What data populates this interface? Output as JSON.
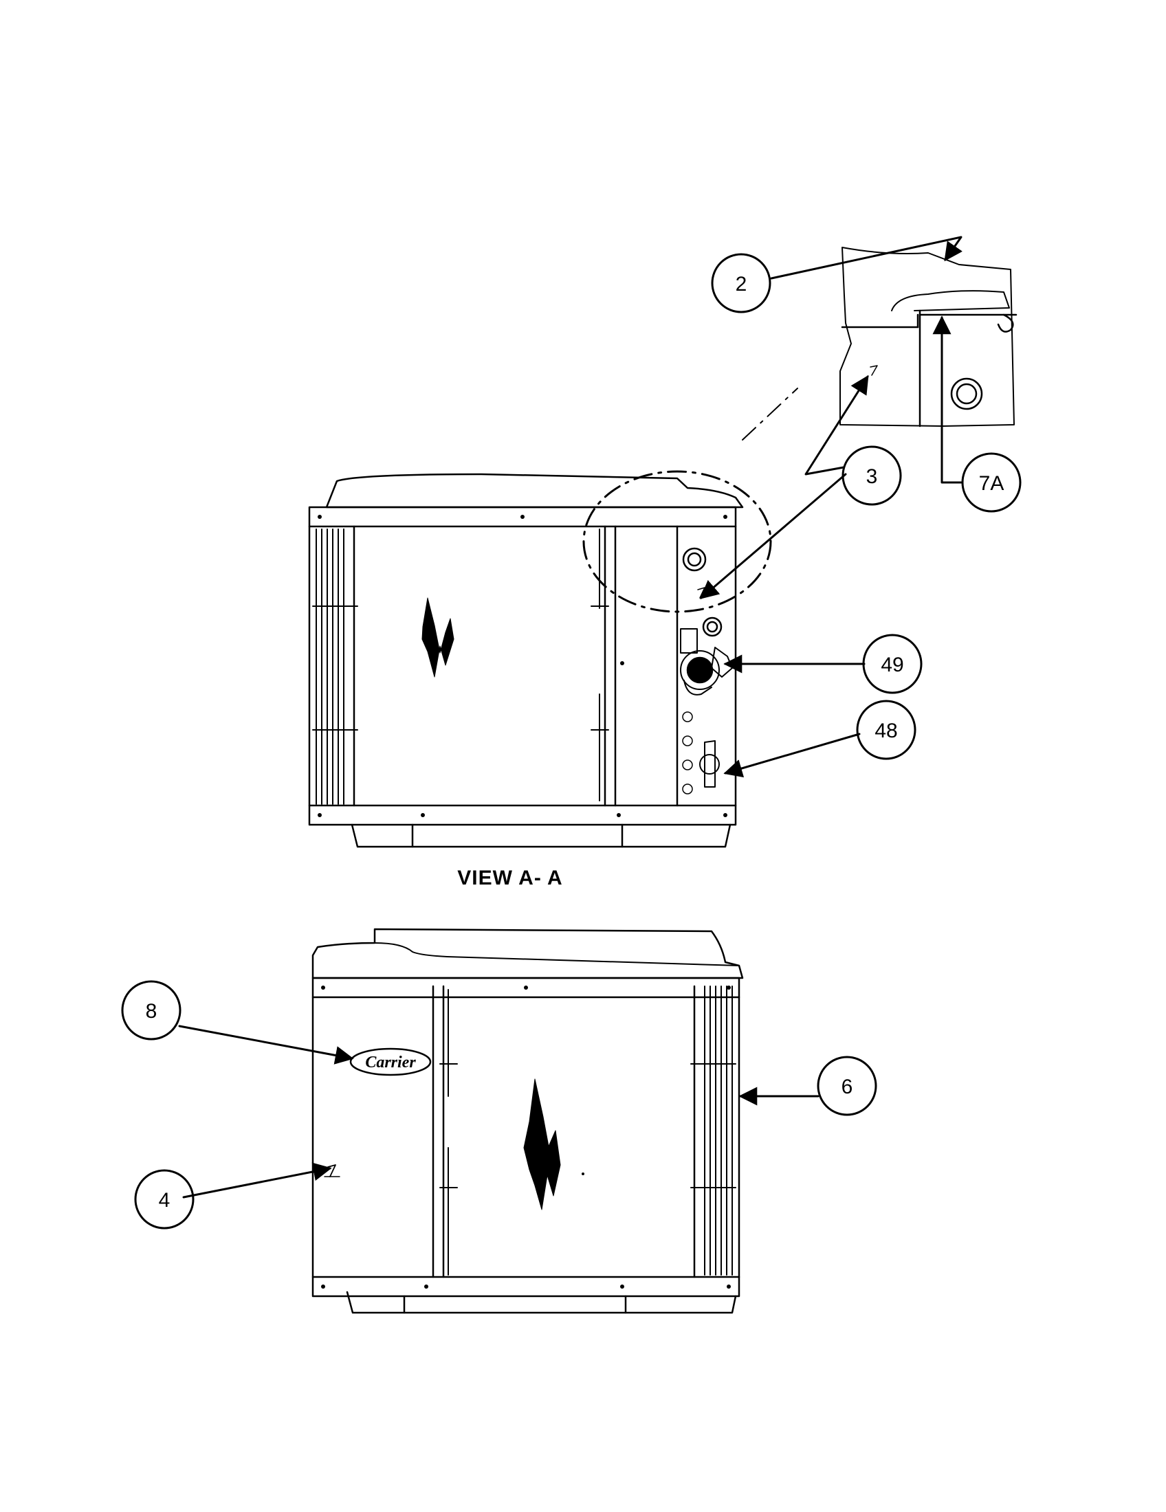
{
  "view_title": "VIEW A- A",
  "logo_text": "Carrier",
  "callouts": [
    {
      "id": "2",
      "label": "2"
    },
    {
      "id": "3",
      "label": "3"
    },
    {
      "id": "7a",
      "label": "7A"
    },
    {
      "id": "49",
      "label": "49"
    },
    {
      "id": "48",
      "label": "48"
    },
    {
      "id": "8",
      "label": "8"
    },
    {
      "id": "4",
      "label": "4"
    },
    {
      "id": "6",
      "label": "6"
    }
  ]
}
